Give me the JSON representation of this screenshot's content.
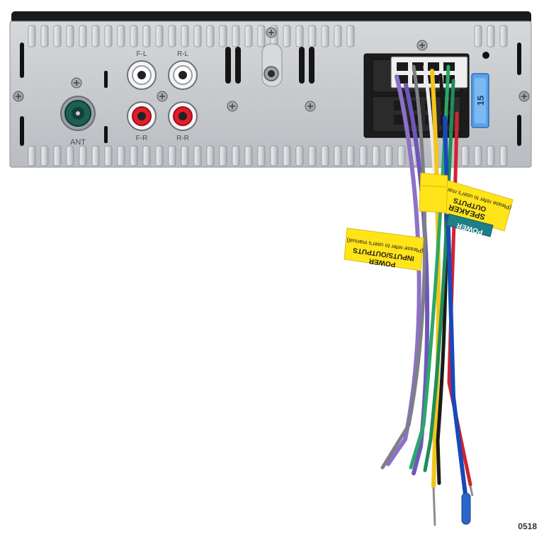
{
  "rca_jacks": {
    "front_left": "F-L",
    "rear_left": "R-L",
    "front_right": "F-R",
    "rear_right": "R-R"
  },
  "antenna_label": "ANT",
  "fuse_rating": "15",
  "tag_speaker": {
    "line1": "SPEAKER",
    "line2": "OUTPUTS",
    "line3": "(Please refer to user's manual)"
  },
  "tag_power_small": "POWER",
  "tag_power_io": {
    "line1": "POWER",
    "line2": "INPUTS/OUTPUTS",
    "line3": "(Please refer to user's manual)"
  },
  "image_code": "0518",
  "colors": {
    "chassis": "#c9ccd0",
    "tag_yellow": "#ffe41a",
    "tag_teal": "#1e7f88",
    "fuse_blue": "#5aa2e8"
  }
}
